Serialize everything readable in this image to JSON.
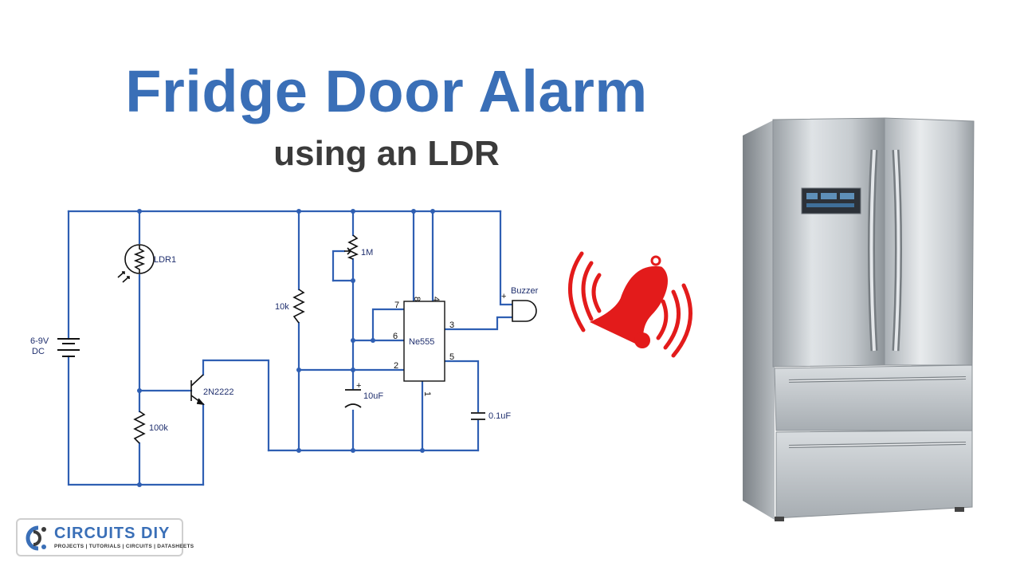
{
  "header": {
    "title": "Fridge Door Alarm",
    "subtitle": "using an LDR"
  },
  "circuit": {
    "components": {
      "ldr": "LDR1",
      "supply_line1": "6-9V",
      "supply_line2": "DC",
      "resistor_100k": "100k",
      "transistor": "2N2222",
      "resistor_10k": "10k",
      "pot": "1M",
      "capacitor_timing": "10uF",
      "capacitor_control": "0.1uF",
      "timer_ic": "Ne555",
      "buzzer": "Buzzer",
      "buzzer_polarity": "+"
    },
    "pins": {
      "p8": "8",
      "p4": "4",
      "p7": "7",
      "p6": "6",
      "p2": "2",
      "p3": "3",
      "p5": "5",
      "p1": "1"
    },
    "wire_color": "#2f5fb3"
  },
  "alarm_icon": {
    "name": "bell-icon",
    "color": "#e31b1b"
  },
  "fridge": {
    "name": "fridge-image"
  },
  "logo": {
    "name": "CIRCUITS DIY",
    "tagline": "PROJECTS | TUTORIALS | CIRCUITS | DATASHEETS"
  }
}
